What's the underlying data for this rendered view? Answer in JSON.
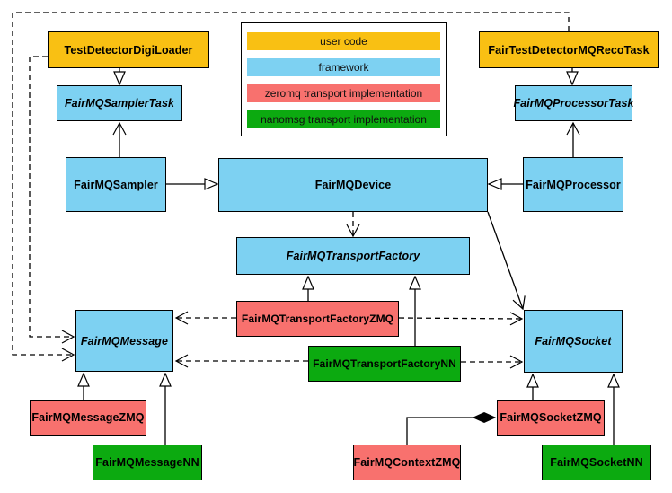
{
  "legend": {
    "items": [
      {
        "label": "user code",
        "color": "#F9C013"
      },
      {
        "label": "framework",
        "color": "#7DD1F2"
      },
      {
        "label": "zeromq transport implementation",
        "color": "#F8716E"
      },
      {
        "label": "nanomsg transport implementation",
        "color": "#0CAA10"
      }
    ]
  },
  "nodes": {
    "digiLoader": {
      "label": "TestDetectorDigiLoader",
      "category": "user code",
      "color": "#F9C013"
    },
    "recoTask": {
      "label": "FairTestDetectorMQRecoTask",
      "category": "user code",
      "color": "#F9C013"
    },
    "samplerTask": {
      "label": "FairMQSamplerTask",
      "category": "framework",
      "color": "#7DD1F2",
      "abstract": true
    },
    "processorTask": {
      "label": "FairMQProcessorTask",
      "category": "framework",
      "color": "#7DD1F2",
      "abstract": true
    },
    "sampler": {
      "label": "FairMQSampler",
      "category": "framework",
      "color": "#7DD1F2"
    },
    "device": {
      "label": "FairMQDevice",
      "category": "framework",
      "color": "#7DD1F2"
    },
    "processor": {
      "label": "FairMQProcessor",
      "category": "framework",
      "color": "#7DD1F2"
    },
    "transportFactory": {
      "label": "FairMQTransportFactory",
      "category": "framework",
      "color": "#7DD1F2",
      "abstract": true
    },
    "message": {
      "label": "FairMQMessage",
      "category": "framework",
      "color": "#7DD1F2",
      "abstract": true
    },
    "socket": {
      "label": "FairMQSocket",
      "category": "framework",
      "color": "#7DD1F2",
      "abstract": true
    },
    "transportFactoryZMQ": {
      "label": "FairMQTransportFactoryZMQ",
      "category": "zeromq transport implementation",
      "color": "#F8716E"
    },
    "transportFactoryNN": {
      "label": "FairMQTransportFactoryNN",
      "category": "nanomsg transport implementation",
      "color": "#0CAA10"
    },
    "messageZMQ": {
      "label": "FairMQMessageZMQ",
      "category": "zeromq transport implementation",
      "color": "#F8716E"
    },
    "messageNN": {
      "label": "FairMQMessageNN",
      "category": "nanomsg transport implementation",
      "color": "#0CAA10"
    },
    "socketZMQ": {
      "label": "FairMQSocketZMQ",
      "category": "zeromq transport implementation",
      "color": "#F8716E"
    },
    "socketNN": {
      "label": "FairMQSocketNN",
      "category": "nanomsg transport implementation",
      "color": "#0CAA10"
    },
    "contextZMQ": {
      "label": "FairMQContextZMQ",
      "category": "zeromq transport implementation",
      "color": "#F8716E"
    }
  },
  "edges": [
    {
      "from": "TestDetectorDigiLoader",
      "to": "FairMQSamplerTask",
      "type": "generalization",
      "style": "solid"
    },
    {
      "from": "FairTestDetectorMQRecoTask",
      "to": "FairMQProcessorTask",
      "type": "generalization",
      "style": "solid"
    },
    {
      "from": "FairMQSampler",
      "to": "FairMQSamplerTask",
      "type": "open-arrow",
      "style": "solid"
    },
    {
      "from": "FairMQProcessor",
      "to": "FairMQProcessorTask",
      "type": "open-arrow",
      "style": "solid"
    },
    {
      "from": "FairMQSampler",
      "to": "FairMQDevice",
      "type": "generalization",
      "style": "solid"
    },
    {
      "from": "FairMQProcessor",
      "to": "FairMQDevice",
      "type": "generalization",
      "style": "solid"
    },
    {
      "from": "FairMQDevice",
      "to": "FairMQTransportFactory",
      "type": "dependency",
      "style": "dashed"
    },
    {
      "from": "FairMQDevice",
      "to": "FairMQSocket",
      "type": "open-arrow",
      "style": "solid"
    },
    {
      "from": "FairMQTransportFactoryZMQ",
      "to": "FairMQTransportFactory",
      "type": "generalization",
      "style": "solid"
    },
    {
      "from": "FairMQTransportFactoryNN",
      "to": "FairMQTransportFactory",
      "type": "generalization",
      "style": "solid"
    },
    {
      "from": "FairMQTransportFactoryZMQ",
      "to": "FairMQMessage",
      "type": "dependency",
      "style": "dashed"
    },
    {
      "from": "FairMQTransportFactoryZMQ",
      "to": "FairMQSocket",
      "type": "dependency",
      "style": "dashed"
    },
    {
      "from": "FairMQTransportFactoryNN",
      "to": "FairMQMessage",
      "type": "dependency",
      "style": "dashed"
    },
    {
      "from": "FairMQTransportFactoryNN",
      "to": "FairMQSocket",
      "type": "dependency",
      "style": "dashed"
    },
    {
      "from": "TestDetectorDigiLoader",
      "to": "FairMQMessage",
      "type": "dependency",
      "style": "dashed"
    },
    {
      "from": "FairTestDetectorMQRecoTask",
      "to": "FairMQMessage",
      "type": "dependency",
      "style": "dashed"
    },
    {
      "from": "FairMQMessageZMQ",
      "to": "FairMQMessage",
      "type": "generalization",
      "style": "solid"
    },
    {
      "from": "FairMQMessageNN",
      "to": "FairMQMessage",
      "type": "generalization",
      "style": "solid"
    },
    {
      "from": "FairMQSocketZMQ",
      "to": "FairMQSocket",
      "type": "generalization",
      "style": "solid"
    },
    {
      "from": "FairMQSocketNN",
      "to": "FairMQSocket",
      "type": "generalization",
      "style": "solid"
    },
    {
      "from": "FairMQContextZMQ",
      "to": "FairMQSocketZMQ",
      "type": "composition",
      "style": "solid"
    }
  ]
}
